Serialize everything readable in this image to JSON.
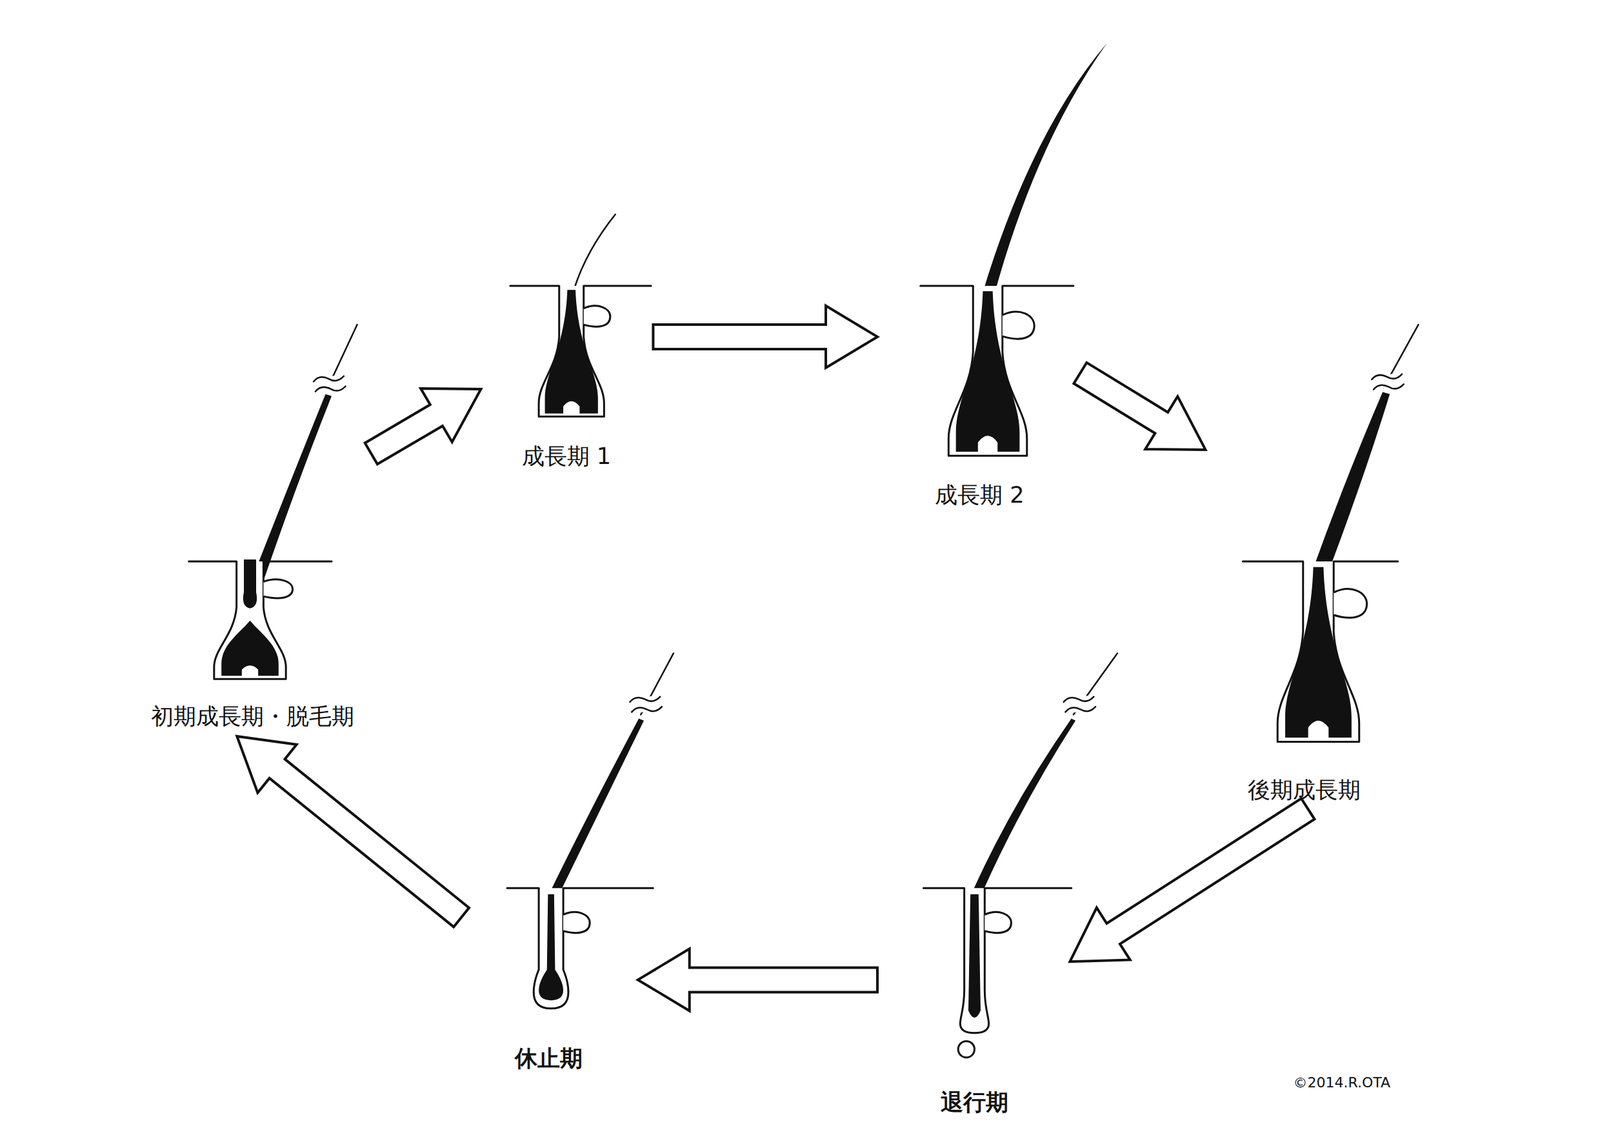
{
  "diagram": {
    "nodes": [
      {
        "text": [
          "初期成長期・脱毛期"
        ]
      },
      {
        "text": [
          "成長期 1"
        ]
      },
      {
        "text": [
          "成長期 2"
        ]
      },
      {
        "text": [
          "後期成長期"
        ]
      },
      {
        "text": [
          "退行期"
        ]
      },
      {
        "text": [
          "休止期"
        ]
      }
    ],
    "edges": [
      {
        "from": 0,
        "to": 1,
        "arrow": "to"
      },
      {
        "from": 1,
        "to": 2,
        "arrow": "to"
      },
      {
        "from": 2,
        "to": 3,
        "arrow": "to"
      },
      {
        "from": 3,
        "to": 4,
        "arrow": "to"
      },
      {
        "from": 4,
        "to": 5,
        "arrow": "to"
      },
      {
        "from": 5,
        "to": 0,
        "arrow": "to"
      }
    ],
    "labels": [
      "©2014.R.OTA"
    ]
  }
}
